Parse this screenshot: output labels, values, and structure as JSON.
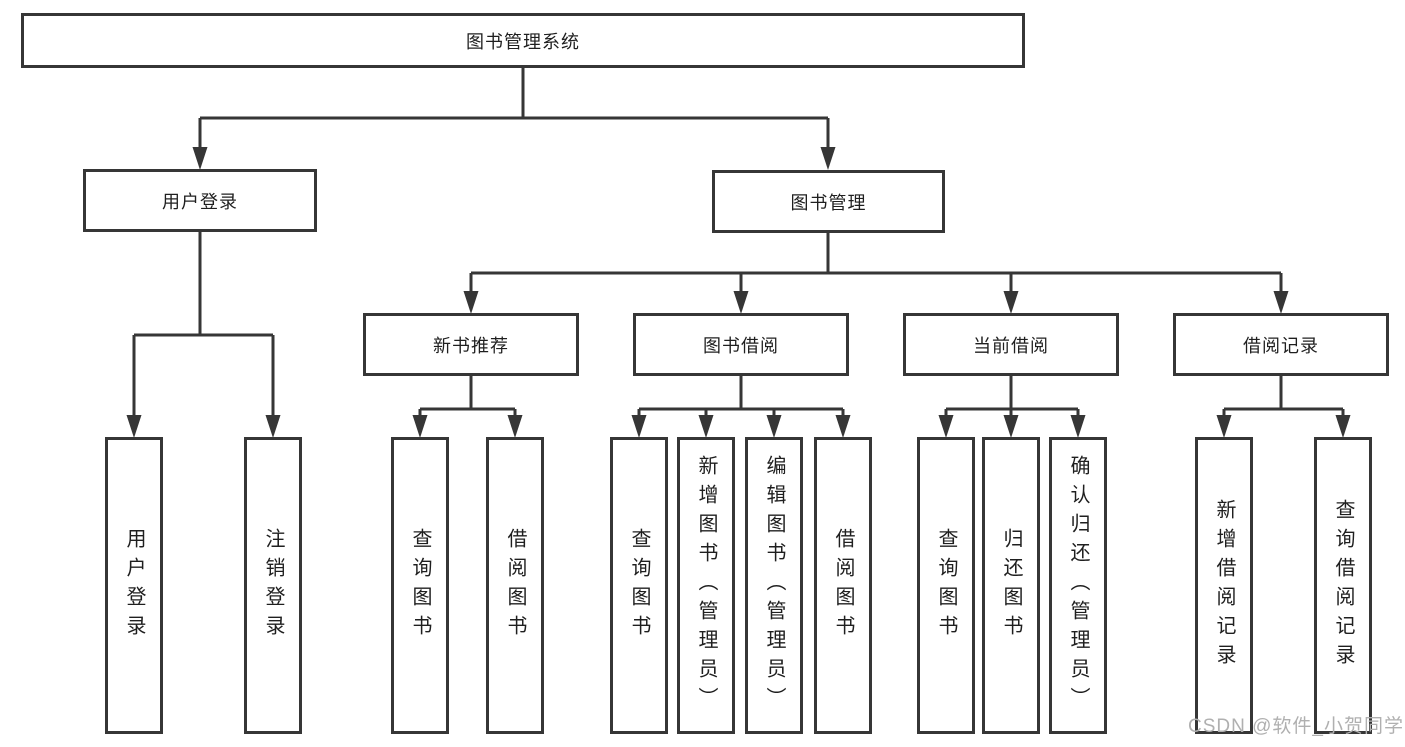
{
  "diagram": {
    "root": {
      "label": "图书管理系统",
      "children": [
        {
          "label": "用户登录",
          "children": [
            {
              "label": "用户登录"
            },
            {
              "label": "注销登录"
            }
          ]
        },
        {
          "label": "图书管理",
          "children": [
            {
              "label": "新书推荐",
              "children": [
                {
                  "label": "查询图书"
                },
                {
                  "label": "借阅图书"
                }
              ]
            },
            {
              "label": "图书借阅",
              "children": [
                {
                  "label": "查询图书"
                },
                {
                  "label": "新增图书（管理员）"
                },
                {
                  "label": "编辑图书（管理员）"
                },
                {
                  "label": "借阅图书"
                }
              ]
            },
            {
              "label": "当前借阅",
              "children": [
                {
                  "label": "查询图书"
                },
                {
                  "label": "归还图书"
                },
                {
                  "label": "确认归还（管理员）"
                }
              ]
            },
            {
              "label": "借阅记录",
              "children": [
                {
                  "label": "新增借阅记录"
                },
                {
                  "label": "查询借阅记录"
                }
              ]
            }
          ]
        }
      ]
    }
  },
  "watermark": {
    "text": "CSDN @软件_小贺同学"
  },
  "colors": {
    "line": "#363636",
    "text": "#1f1f1f",
    "watermark": "#b0b0b0",
    "background": "#ffffff"
  }
}
